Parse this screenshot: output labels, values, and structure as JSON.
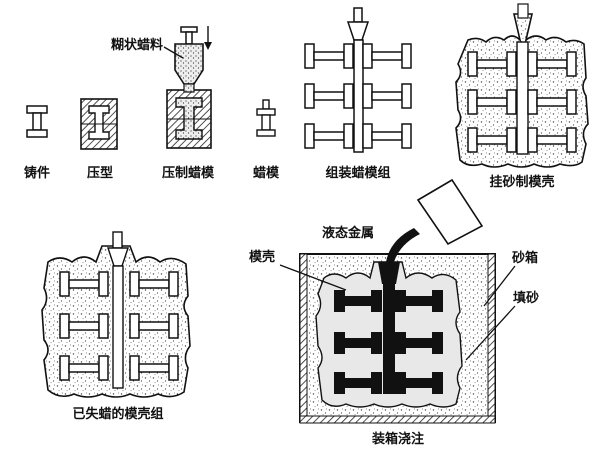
{
  "labels": {
    "casting": "铸件",
    "press_mold": "压型",
    "press_wax": "压制蜡模",
    "wax_pattern": "蜡模",
    "assemble": "组装蜡模组",
    "shell": "挂砂制模壳",
    "paste_wax": "糊状蜡料",
    "dewaxed": "已失蜡的模壳组",
    "liquid_metal": "液态金属",
    "mold_shell": "模壳",
    "sand_box": "砂箱",
    "fill_sand": "填砂",
    "pouring": "装箱浇注"
  }
}
